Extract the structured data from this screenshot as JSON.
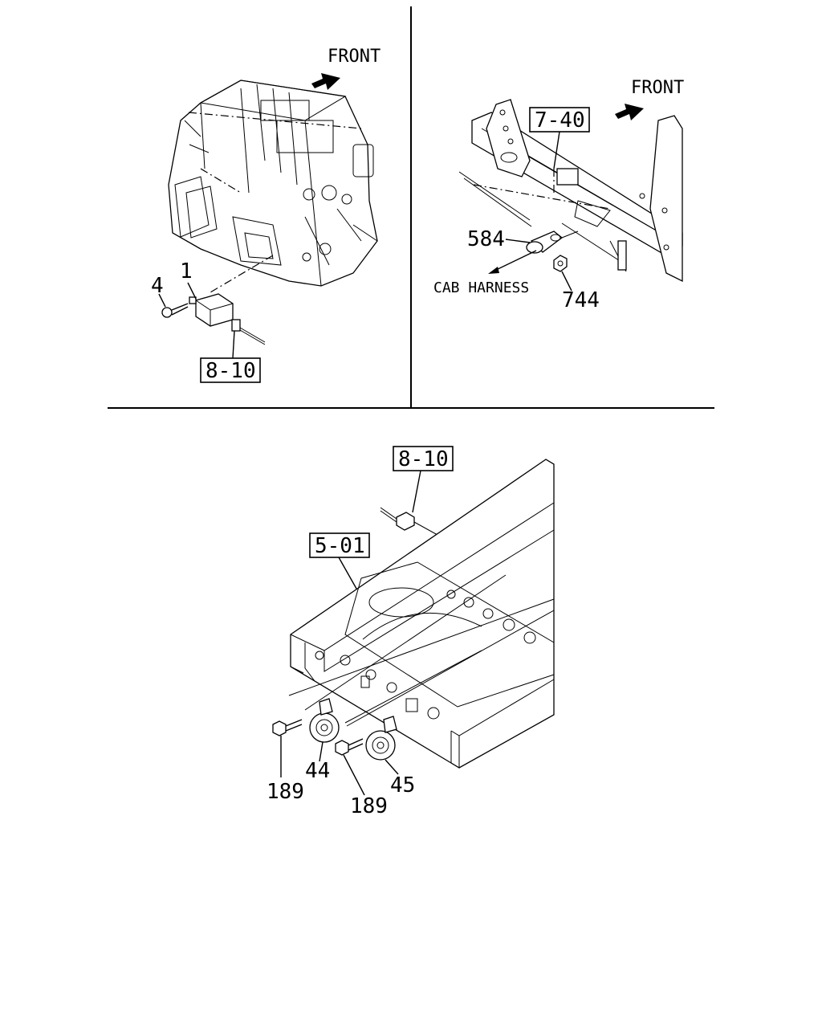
{
  "panels": {
    "top_left": {
      "front_label": "FRONT",
      "ref_box": "8-10",
      "callouts": {
        "c1": "1",
        "c4": "4"
      }
    },
    "top_right": {
      "front_label": "FRONT",
      "ref_box": "7-40",
      "harness_label": "CAB HARNESS",
      "callouts": {
        "c584": "584",
        "c744": "744"
      }
    },
    "bottom": {
      "ref_box_top": "8-10",
      "ref_box_frame": "5-01",
      "callouts": {
        "c44": "44",
        "c45": "45",
        "c189a": "189",
        "c189b": "189"
      }
    }
  }
}
